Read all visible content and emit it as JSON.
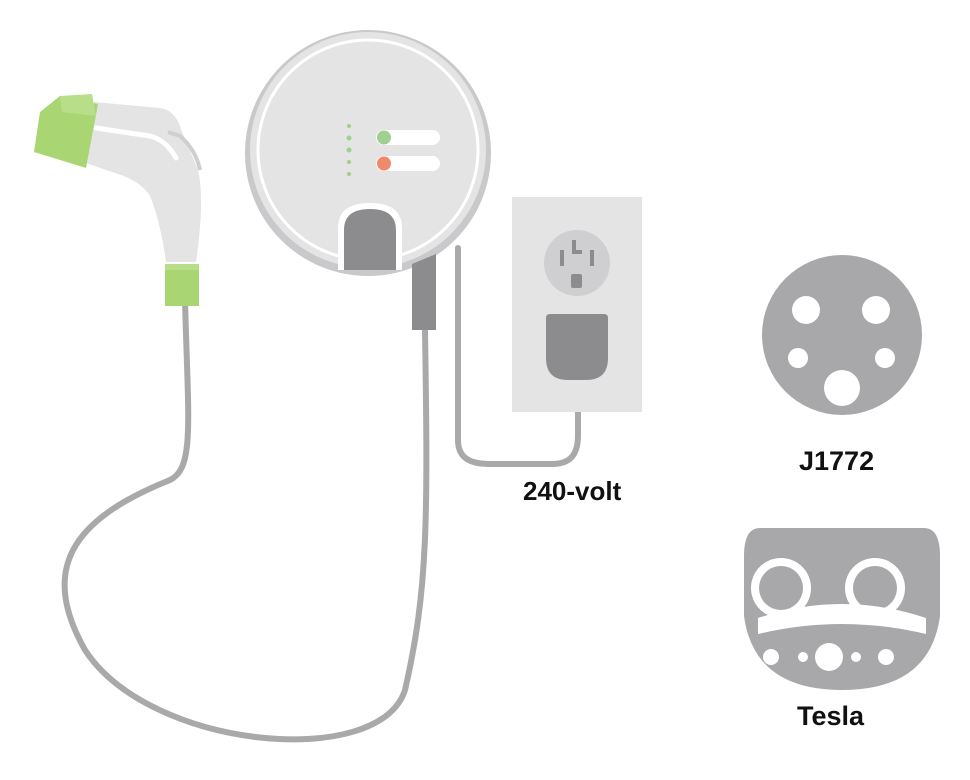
{
  "labels": {
    "outlet": "240-volt",
    "connector_a": "J1772",
    "connector_b": "Tesla"
  },
  "colors": {
    "cable": "#a9a9ab",
    "connector_gray": "#a8a8aa",
    "charger_body": "#e4e4e5",
    "accent_green": "#a9d672",
    "indicator_green": "#9fd08f",
    "indicator_red": "#ee8a6a",
    "plug_dark": "#8c8c8e",
    "text": "#111111"
  },
  "icons": {
    "charger": "wall-charger-icon",
    "handle": "charging-handle-icon",
    "outlet": "wall-outlet-icon",
    "j1772": "j1772-connector-icon",
    "tesla": "tesla-connector-icon"
  }
}
